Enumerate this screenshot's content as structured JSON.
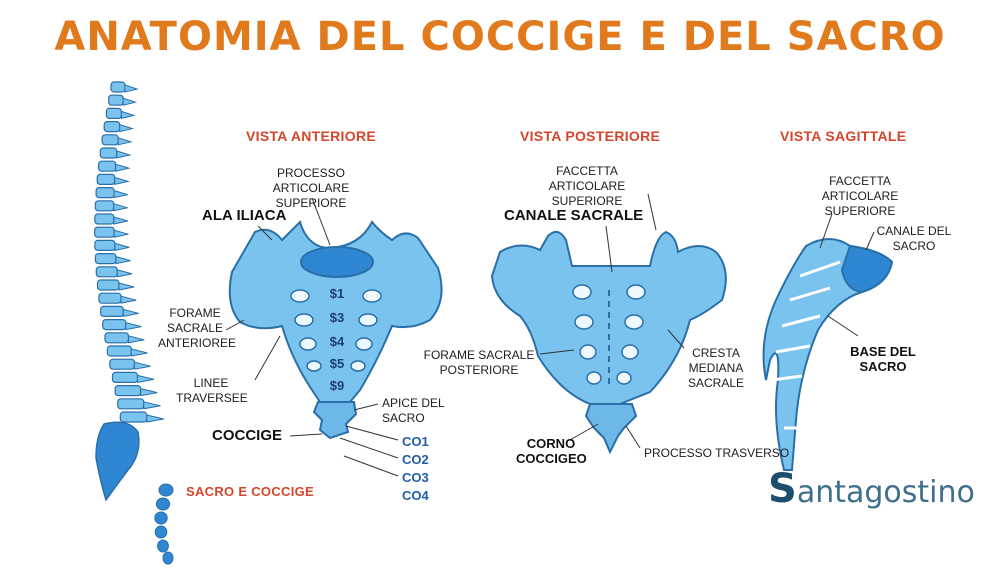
{
  "title": "ANATOMIA DEL COCCIGE E DEL SACRO",
  "views": {
    "anterior": "VISTA ANTERIORE",
    "posterior": "VISTA POSTERIORE",
    "sagittal": "VISTA SAGITTALE"
  },
  "spine_caption": "SACRO E COCCIGE",
  "anterior_labels": {
    "processo_articolare": "PROCESSO ARTICOLARE SUPERIORE",
    "ala_iliaca": "ALA ILIACA",
    "forame_sacrale": "FORAME SACRALE ANTERIOREE",
    "linee_traversee": "LINEE TRAVERSEE",
    "apice": "APICE DEL SACRO",
    "coccige": "COCCIGE",
    "vertebrae": [
      "$1",
      "$3",
      "$4",
      "$5",
      "$9"
    ],
    "coccygeal": [
      "CO1",
      "CO2",
      "CO3",
      "CO4"
    ]
  },
  "posterior_labels": {
    "faccetta": "FACCETTA ARTICOLARE SUPERIORE",
    "canale_sacrale": "CANALE SACRALE",
    "forame_posteriore": "FORAME SACRALE POSTERIORE",
    "cresta": "CRESTA MEDIANA SACRALE",
    "corno": "CORNO COCCIGEO",
    "processo_trasverso": "PROCESSO TRASVERSO"
  },
  "sagittal_labels": {
    "faccetta": "FACCETTA ARTICOLARE SUPERIORE",
    "canale": "CANALE DEL SACRO",
    "base": "BASE DEL SACRO"
  },
  "logo": {
    "initial": "S",
    "rest": "antagostino"
  },
  "colors": {
    "title": "#e07a1c",
    "view_heading": "#d6452a",
    "bone_fill": "#79c3ee",
    "bone_stroke": "#2a6fa8",
    "coccyx_fill": "#2f87d4"
  }
}
